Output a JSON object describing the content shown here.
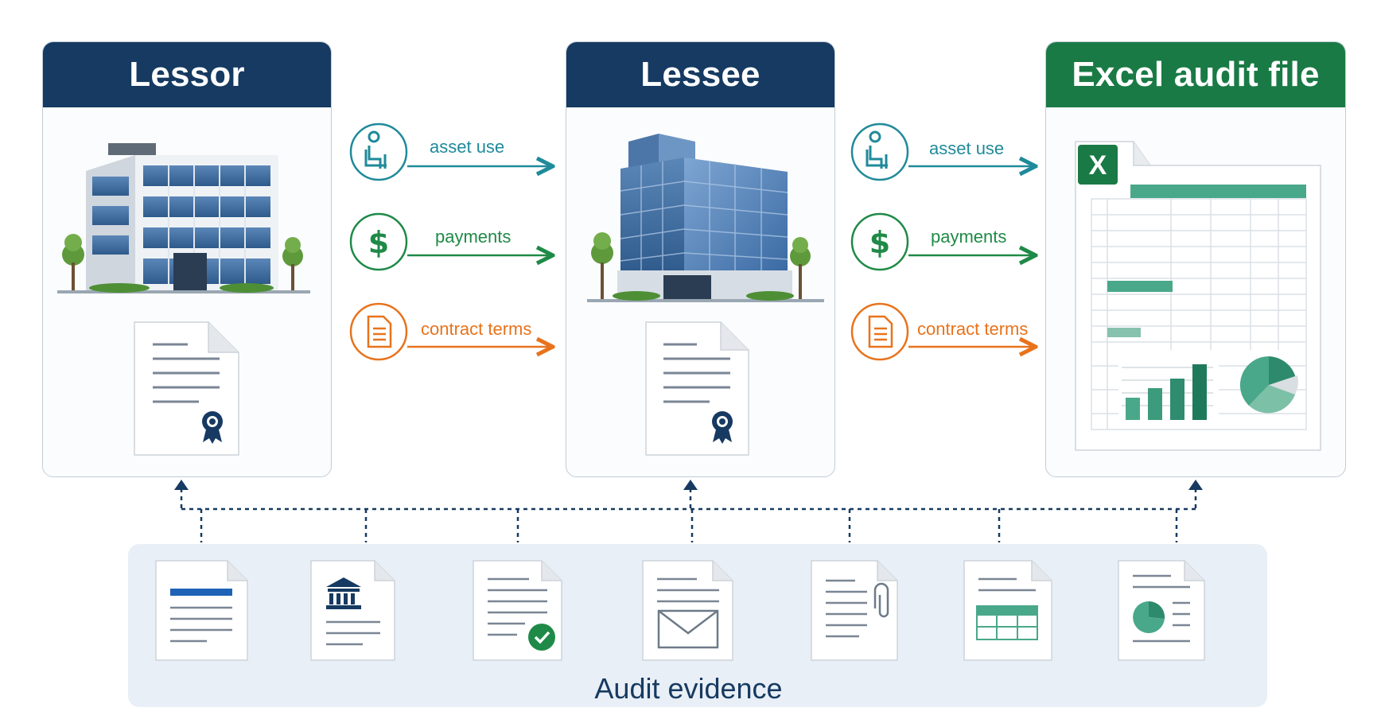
{
  "panels": {
    "lessor": {
      "title": "Lessor"
    },
    "lessee": {
      "title": "Lessee"
    },
    "excel": {
      "title": "Excel audit file",
      "logo_letter": "X"
    }
  },
  "flows": {
    "asset_use": "asset use",
    "payments": "payments",
    "contract_terms": "contract terms"
  },
  "evidence": {
    "label": "Audit evidence",
    "documents": [
      {
        "icon": "text-document-icon"
      },
      {
        "icon": "bank-document-icon"
      },
      {
        "icon": "approved-document-icon"
      },
      {
        "icon": "email-icon"
      },
      {
        "icon": "attachment-document-icon"
      },
      {
        "icon": "spreadsheet-document-icon"
      },
      {
        "icon": "pie-chart-document-icon"
      }
    ]
  },
  "colors": {
    "navy": "#163a61",
    "excel_green": "#1a7a45",
    "asset_use": "#1f8a9a",
    "payments": "#1f8a47",
    "contract_terms": "#e8731c",
    "sheet_green": "#4aa88a"
  }
}
